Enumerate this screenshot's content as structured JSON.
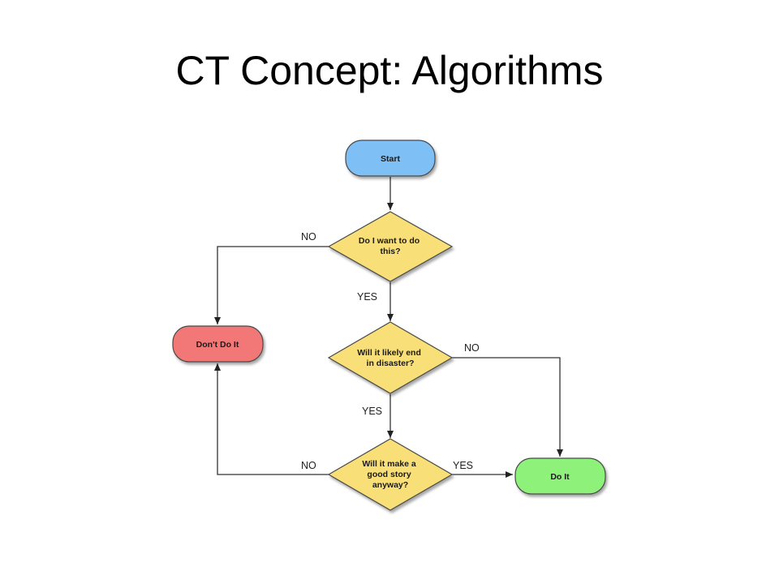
{
  "slide": {
    "title": "CT Concept: Algorithms"
  },
  "flowchart": {
    "nodes": {
      "start": {
        "lines": [
          "Start"
        ],
        "color": "#7ec0f5"
      },
      "q1": {
        "lines": [
          "Do I want to do",
          "this?"
        ],
        "color": "#f8df78"
      },
      "q2": {
        "lines": [
          "Will it likely end",
          "in disaster?"
        ],
        "color": "#f8df78"
      },
      "q3": {
        "lines": [
          "Will it make a",
          "good story",
          "anyway?"
        ],
        "color": "#f8df78"
      },
      "dont": {
        "lines": [
          "Don't Do It"
        ],
        "color": "#f27878"
      },
      "doit": {
        "lines": [
          "Do It"
        ],
        "color": "#8ef27a"
      }
    },
    "edges": {
      "q1_no": "NO",
      "q1_yes": "YES",
      "q2_no": "NO",
      "q2_yes": "YES",
      "q3_no": "NO",
      "q3_yes": "YES"
    }
  }
}
